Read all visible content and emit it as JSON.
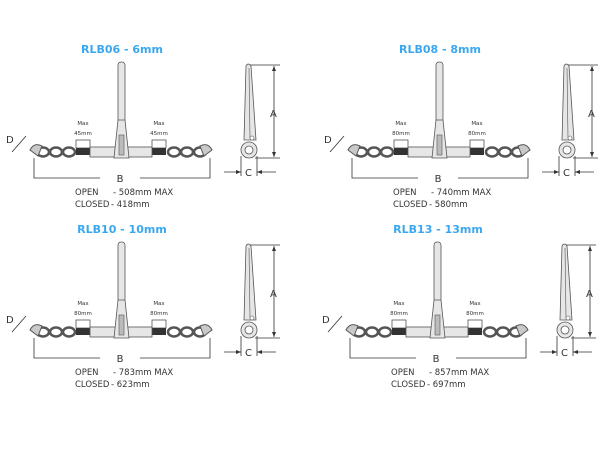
{
  "colors": {
    "title": "#3aa8f0",
    "metal": "#c9c9c9",
    "outline": "#555555",
    "pad": "#333333"
  },
  "dimension_labels": {
    "a": "A",
    "b": "B",
    "c": "C",
    "d": "D"
  },
  "panels": [
    {
      "title": "RLB06 - 6mm",
      "max_label": "Max",
      "max_value": "45mm",
      "open_label": "OPEN",
      "open_value": "- 508mm MAX",
      "closed_label": "CLOSED",
      "closed_value": "- 418mm"
    },
    {
      "title": "RLB08 - 8mm",
      "max_label": "Max",
      "max_value": "80mm",
      "open_label": "OPEN",
      "open_value": "- 740mm MAX",
      "closed_label": "CLOSED",
      "closed_value": "- 580mm"
    },
    {
      "title": "RLB10 - 10mm",
      "max_label": "Max",
      "max_value": "80mm",
      "open_label": "OPEN",
      "open_value": "- 783mm MAX",
      "closed_label": "CLOSED",
      "closed_value": "- 623mm"
    },
    {
      "title": "RLB13 - 13mm",
      "max_label": "Max",
      "max_value": "80mm",
      "open_label": "OPEN",
      "open_value": "- 857mm MAX",
      "closed_label": "CLOSED",
      "closed_value": "- 697mm"
    }
  ]
}
